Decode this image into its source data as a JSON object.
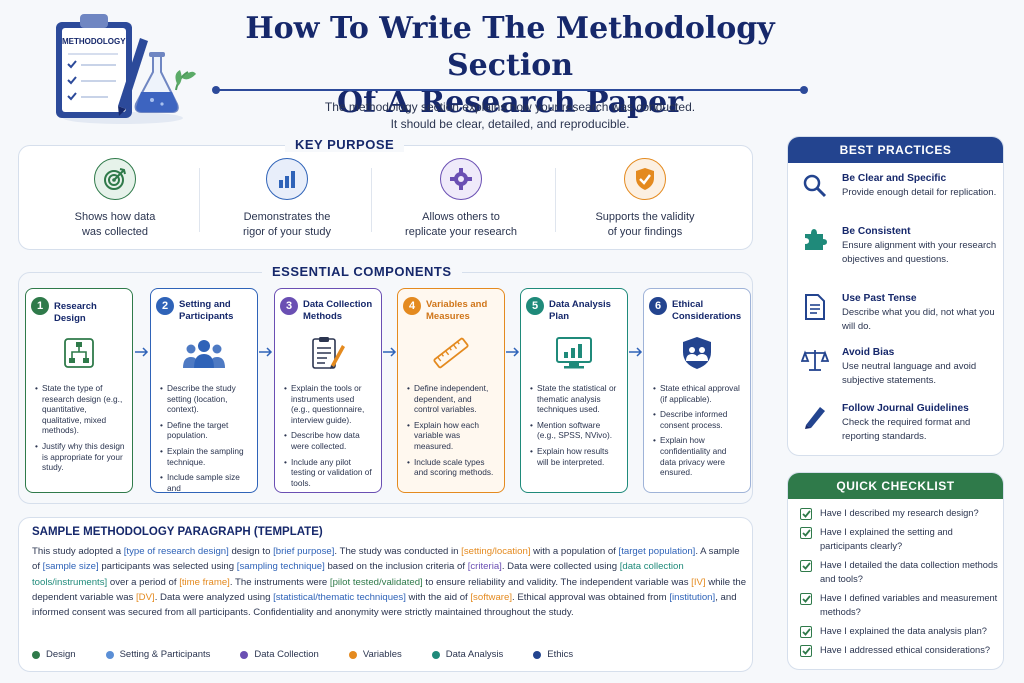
{
  "header": {
    "clipboard_label": "METHODOLOGY",
    "title_line1": "How To Write The Methodology Section",
    "title_line2": "Of A Research Paper",
    "intro_line1": "The methodology section explains how your research was conducted.",
    "intro_line2": "It should be clear, detailed, and reproducible."
  },
  "key_purpose": {
    "title": "KEY PURPOSE",
    "items": [
      {
        "icon": "target-icon",
        "line1": "Shows how data",
        "line2": "was collected"
      },
      {
        "icon": "bar-chart-icon",
        "line1": "Demonstrates the",
        "line2": "rigor of your study"
      },
      {
        "icon": "gear-icon",
        "line1": "Allows others to",
        "line2": "replicate your research"
      },
      {
        "icon": "shield-check-icon",
        "line1": "Supports the validity",
        "line2": "of your findings"
      }
    ]
  },
  "components": {
    "title": "ESSENTIAL COMPONENTS",
    "items": [
      {
        "num": "1",
        "title": "Research Design",
        "color": "#2f7a4a",
        "icon": "flowchart-icon",
        "bullets": [
          "State the type of research design (e.g., quantitative, qualitative, mixed methods).",
          "Justify why this design is appropriate for your study."
        ]
      },
      {
        "num": "2",
        "title": "Setting and Participants",
        "color": "#2f63b8",
        "icon": "people-icon",
        "bullets": [
          "Describe the study setting (location, context).",
          "Define the target population.",
          "Explain the sampling technique.",
          "Include sample size and inclusion/exclusion criteria."
        ]
      },
      {
        "num": "3",
        "title": "Data Collection Methods",
        "color": "#6a4fb3",
        "icon": "clipboard-pen-icon",
        "bullets": [
          "Explain the tools or instruments used (e.g., questionnaire, interview guide).",
          "Describe how data were collected.",
          "Include any pilot testing or validation of tools."
        ]
      },
      {
        "num": "4",
        "title": "Variables and Measures",
        "color": "#e48a1f",
        "icon": "ruler-icon",
        "bullets": [
          "Define independent, dependent, and control variables.",
          "Explain how each variable was measured.",
          "Include scale types and scoring methods."
        ]
      },
      {
        "num": "5",
        "title": "Data Analysis Plan",
        "color": "#1f8a7a",
        "icon": "monitor-chart-icon",
        "bullets": [
          "State the statistical or thematic analysis techniques used.",
          "Mention software (e.g., SPSS, NVivo).",
          "Explain how results will be interpreted."
        ]
      },
      {
        "num": "6",
        "title": "Ethical Considerations",
        "color": "#23448f",
        "icon": "shield-people-icon",
        "bullets": [
          "State ethical approval (if applicable).",
          "Describe informed consent process.",
          "Explain how confidentiality and data privacy were ensured."
        ]
      }
    ]
  },
  "sample": {
    "title": "SAMPLE METHODOLOGY PARAGRAPH (TEMPLATE)",
    "segments": [
      {
        "t": "This study adopted a ",
        "c": ""
      },
      {
        "t": "[type of research design]",
        "c": "#2f63b8"
      },
      {
        "t": " design to ",
        "c": ""
      },
      {
        "t": "[brief purpose]",
        "c": "#2f63b8"
      },
      {
        "t": ". The study was conducted in ",
        "c": ""
      },
      {
        "t": "[setting/location]",
        "c": "#e48a1f"
      },
      {
        "t": " with a population of ",
        "c": ""
      },
      {
        "t": "[target population]",
        "c": "#2f63b8"
      },
      {
        "t": ". A sample of ",
        "c": ""
      },
      {
        "t": "[sample size]",
        "c": "#2f63b8"
      },
      {
        "t": " participants was selected using ",
        "c": ""
      },
      {
        "t": "[sampling technique]",
        "c": "#2f63b8"
      },
      {
        "t": " based on the inclusion criteria of ",
        "c": ""
      },
      {
        "t": "[criteria]",
        "c": "#6a4fb3"
      },
      {
        "t": ". Data were collected using ",
        "c": ""
      },
      {
        "t": "[data collection tools/instruments]",
        "c": "#1f8a7a"
      },
      {
        "t": " over a period of ",
        "c": ""
      },
      {
        "t": "[time frame]",
        "c": "#e48a1f"
      },
      {
        "t": ". The instruments were ",
        "c": ""
      },
      {
        "t": "[pilot tested/validated]",
        "c": "#2f7a4a"
      },
      {
        "t": " to ensure reliability and validity. The independent variable was ",
        "c": ""
      },
      {
        "t": "[IV]",
        "c": "#e48a1f"
      },
      {
        "t": " while the dependent variable was ",
        "c": ""
      },
      {
        "t": "[DV]",
        "c": "#e48a1f"
      },
      {
        "t": ". Data were analyzed using ",
        "c": ""
      },
      {
        "t": "[statistical/thematic techniques]",
        "c": "#2f63b8"
      },
      {
        "t": " with the aid of ",
        "c": ""
      },
      {
        "t": "[software]",
        "c": "#e48a1f"
      },
      {
        "t": ". Ethical approval was obtained from ",
        "c": ""
      },
      {
        "t": "[institution]",
        "c": "#2f63b8"
      },
      {
        "t": ", and informed consent was secured from all participants. Confidentiality and anonymity were strictly maintained throughout the study.",
        "c": ""
      }
    ],
    "legend": [
      {
        "label": "Design",
        "color": "#2f7a4a"
      },
      {
        "label": "Setting & Participants",
        "color": "#5b8fd6"
      },
      {
        "label": "Data Collection",
        "color": "#6a4fb3"
      },
      {
        "label": "Variables",
        "color": "#e48a1f"
      },
      {
        "label": "Data Analysis",
        "color": "#1f8a7a"
      },
      {
        "label": "Ethics",
        "color": "#23448f"
      }
    ]
  },
  "best_practices": {
    "title": "BEST PRACTICES",
    "items": [
      {
        "icon": "magnifier-icon",
        "title": "Be Clear and Specific",
        "desc": "Provide enough detail for replication."
      },
      {
        "icon": "puzzle-icon",
        "title": "Be Consistent",
        "desc": "Ensure alignment with your research objectives and questions."
      },
      {
        "icon": "document-icon",
        "title": "Use Past Tense",
        "desc": "Describe what you did, not what you will do."
      },
      {
        "icon": "scales-icon",
        "title": "Avoid Bias",
        "desc": "Use neutral language and avoid subjective statements."
      },
      {
        "icon": "pen-icon",
        "title": "Follow Journal Guidelines",
        "desc": "Check the required format and reporting standards."
      }
    ]
  },
  "checklist": {
    "title": "QUICK CHECKLIST",
    "items": [
      "Have I described my research design?",
      "Have I explained the setting and participants clearly?",
      "Have I detailed the data collection methods and tools?",
      "Have I defined variables and measurement methods?",
      "Have I explained the data analysis plan?",
      "Have I addressed ethical considerations?"
    ]
  },
  "colors": {
    "navy": "#16286b",
    "bp_header": "#23448f",
    "qc_header": "#2f7a4a"
  }
}
